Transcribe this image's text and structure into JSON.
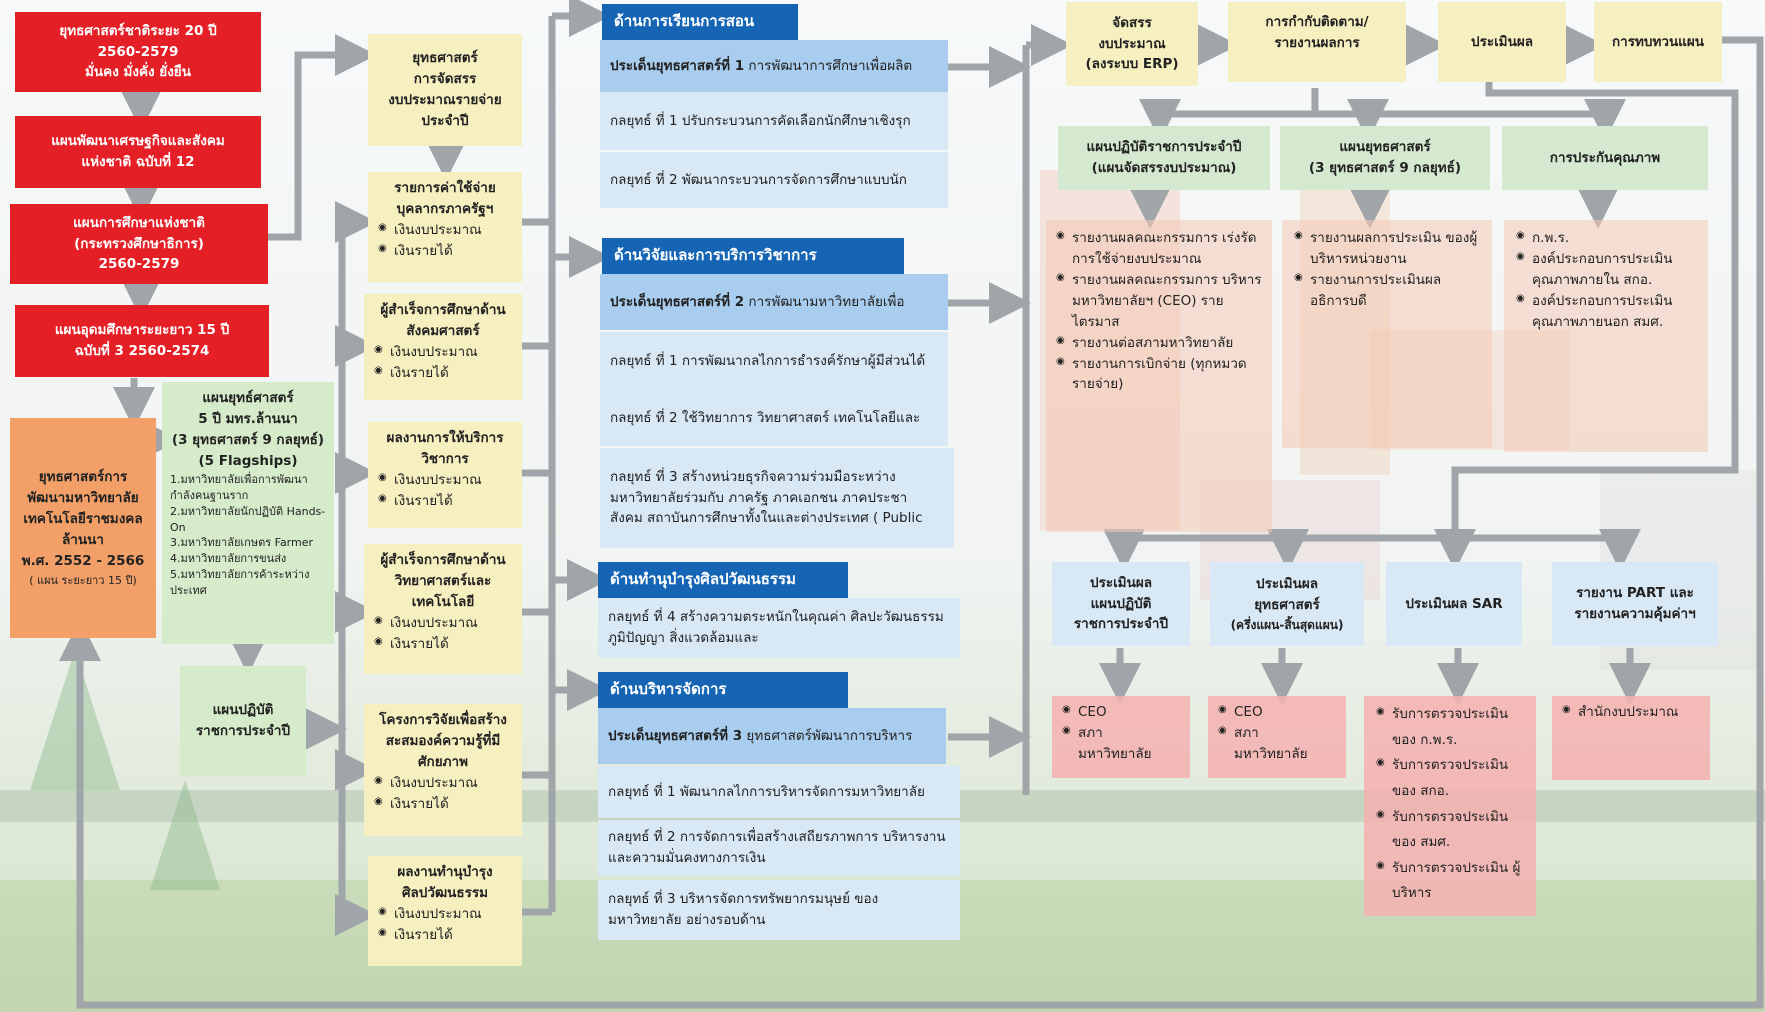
{
  "left": {
    "strategy20": [
      "ยุทธศาสตร์ชาติระยะ 20 ปี",
      "2560-2579",
      "มั่นคง มั่งคั่ง ยั่งยืน"
    ],
    "plan12": [
      "แผนพัฒนาเศรษฐกิจและสังคม",
      "แห่งชาติ ฉบับที่ 12"
    ],
    "eduPlan": [
      "แผนการศึกษาแห่งชาติ",
      "(กระทรวงศึกษาธิการ)",
      "2560-2579"
    ],
    "hePlan": [
      "แผนอุดมศึกษาระยะยาว 15 ปี",
      "ฉบับที่ 3 2560-2574"
    ],
    "devStrategy": [
      "ยุทธศาสตร์การ",
      "พัฒนามหาวิทยาลัย",
      "เทคโนโลยีราชมงคล",
      "ล้านนา",
      "พ.ศ. 2552 - 2566",
      "( แผน ระยะยาว 15 ปี)"
    ],
    "strategy5": {
      "title": [
        "แผนยุทธ์ศาสตร์",
        "5 ปี มทร.ล้านนา",
        "(3 ยุทธศาสตร์ 9 กลยุทธ์)",
        "(5 Flagships)"
      ],
      "items": [
        "1.มหาวิทยาลัยเพื่อการพัฒนากำลังคนฐานราก",
        "2.มหาวิทยาลัยนักปฏิบัติ Hands-On",
        "3.มหาวิทยาลัยเกษตร Farmer",
        "4.มหาวิทยาลัยการขนส่ง",
        "5.มหาวิทยาลัยการค้าระหว่างประเทศ"
      ]
    },
    "annualPlan": [
      "แผนปฏิบัติ",
      "ราชการประจำปี"
    ]
  },
  "budget": {
    "title": [
      "ยุทธศาสตร์",
      "การจัดสรร",
      "งบประมาณรายจ่าย",
      "ประจำปี"
    ],
    "sources": [
      "เงินงบประมาณ",
      "เงินรายได้"
    ],
    "items": [
      {
        "title": [
          "รายการค่าใช้จ่าย",
          "บุคลากรภาครัฐฯ"
        ]
      },
      {
        "title": [
          "ผู้สำเร็จการศึกษาด้าน",
          "สังคมศาสตร์"
        ]
      },
      {
        "title": [
          "ผลงานการให้บริการ",
          "วิชาการ"
        ]
      },
      {
        "title": [
          "ผู้สำเร็จการศึกษาด้าน",
          "วิทยาศาสตร์และ",
          "เทคโนโลยี"
        ]
      },
      {
        "title": [
          "โครงการวิจัยเพื่อสร้าง",
          "สะสมองค์ความรู้ที่มี",
          "ศักยภาพ"
        ]
      },
      {
        "title": [
          "ผลงานทำนุบำรุง",
          "ศิลปวัฒนธรรม"
        ]
      }
    ]
  },
  "sections": {
    "teaching": {
      "header": "ด้านการเรียนการสอน",
      "issue_b": "ประเด็นยุทธศาสตร์ที่ 1",
      "issue": " การพัฒนาการศึกษาเพื่อผลิต",
      "s1": "กลยุทธ์ ที่ 1 ปรับกระบวนการคัดเลือกนักศึกษาเชิงรุก",
      "s2": "กลยุทธ์ ที่ 2 พัฒนากระบวนการจัดการศึกษาแบบนัก"
    },
    "research": {
      "header": "ด้านวิจัยและการบริการวิชาการ",
      "issue_b": "ประเด็นยุทธศาสตร์ที่ 2",
      "issue": " การพัฒนามหาวิทยาลัยเพื่อ",
      "s1": "กลยุทธ์ ที่ 1 การพัฒนากลไกการธำรงค์รักษาผู้มีส่วนได้",
      "s2": "กลยุทธ์ ที่ 2 ใช้วิทยาการ วิทยาศาสตร์ เทคโนโลยีและ",
      "s3": "กลยุทธ์ ที่ 3 สร้างหน่วยธุรกิจความร่วมมือระหว่าง มหาวิทยาลัยร่วมกับ ภาครัฐ ภาคเอกชน ภาคประชา สังคม สถาบันการศึกษาทั้งในและต่างประเทศ ( Public"
    },
    "culture": {
      "header": "ด้านทำนุบำรุงศิลปวัฒนธรรม",
      "s4": "กลยุทธ์ ที่ 4 สร้างความตระหนักในคุณค่า ศิลปะวัฒนธรรมภูมิปัญญา สิ่งแวดล้อมและ"
    },
    "admin": {
      "header": "ด้านบริหารจัดการ",
      "issue_b": "ประเด็นยุทธศาสตร์ที่ 3",
      "issue": " ยุทธศาสตร์พัฒนาการบริหาร",
      "s1": "กลยุทธ์ ที่ 1 พัฒนากลไกการบริหารจัดการมหาวิทยาลัย",
      "s2": "กลยุทธ์ ที่ 2 การจัดการเพื่อสร้างเสถียรภาพการ บริหารงาน และความมั่นคงทางการเงิน",
      "s3": "กลยุทธ์ ที่ 3 บริหารจัดการทรัพยากรมนุษย์ ของ มหาวิทยาลัย อย่างรอบด้าน"
    }
  },
  "cycle": {
    "allocate": [
      "จัดสรร",
      "งบประมาณ",
      "(ลงระบบ ERP)"
    ],
    "monitor": [
      "การกำกับติดตาม/",
      "รายงานผลการ"
    ],
    "evaluate": "ประเมินผล",
    "review": "การทบทวนแผน"
  },
  "reports": {
    "h1": [
      "แผนปฏิบัติราชการประจำปี",
      "(แผนจัดสรรงบประมาณ)"
    ],
    "h2": [
      "แผนยุทธศาสตร์",
      "(3 ยุทธศาสตร์ 9 กลยุทธ์)"
    ],
    "h3": "การประกันคุณภาพ",
    "c1": [
      "รายงานผลคณะกรรมการ เร่งรัดการใช้จ่ายงบประมาณ",
      "รายงานผลคณะกรรมการ บริหารมหาวิทยาลัยฯ (CEO) รายไตรมาส",
      "รายงานต่อสภามหาวิทยาลัย",
      "รายงานการเบิกจ่าย (ทุกหมวดรายจ่าย)"
    ],
    "c2": [
      "รายงานผลการประเมิน ของผู้บริหารหน่วยงาน",
      "รายงานการประเมินผล อธิการบดี"
    ],
    "c3": [
      "ก.พ.ร.",
      "องค์ประกอบการประเมิน คุณภาพภายใน สกอ.",
      "องค์ประกอบการประเมิน คุณภาพภายนอก สมศ."
    ]
  },
  "evals": {
    "e1": [
      "ประเมินผล",
      "แผนปฏิบัติ",
      "ราชการประจำปี"
    ],
    "e2": [
      "ประเมินผล",
      "ยุทธศาสตร์",
      "(ครึ่งแผน-สิ้นสุดแผน)"
    ],
    "e3": "ประเมินผล SAR",
    "e4": [
      "รายงาน PART และ",
      "รายงานความคุ้มค่าฯ"
    ],
    "r1": [
      "CEO",
      "สภา มหาวิทยาลัย"
    ],
    "r2": [
      "CEO",
      "สภา มหาวิทยาลัย"
    ],
    "r3": [
      "รับการตรวจประเมิน ของ ก.พ.ร.",
      "รับการตรวจประเมิน ของ สกอ.",
      "รับการตรวจประเมิน ของ สมศ.",
      "รับการตรวจประเมิน ผู้บริหาร"
    ],
    "r4": [
      "สำนักงบประมาณ"
    ]
  },
  "colors": {
    "red": "#e41f26",
    "orange": "#f2a068",
    "navy": "#1565b4",
    "arrow": "#9fa5a8"
  }
}
